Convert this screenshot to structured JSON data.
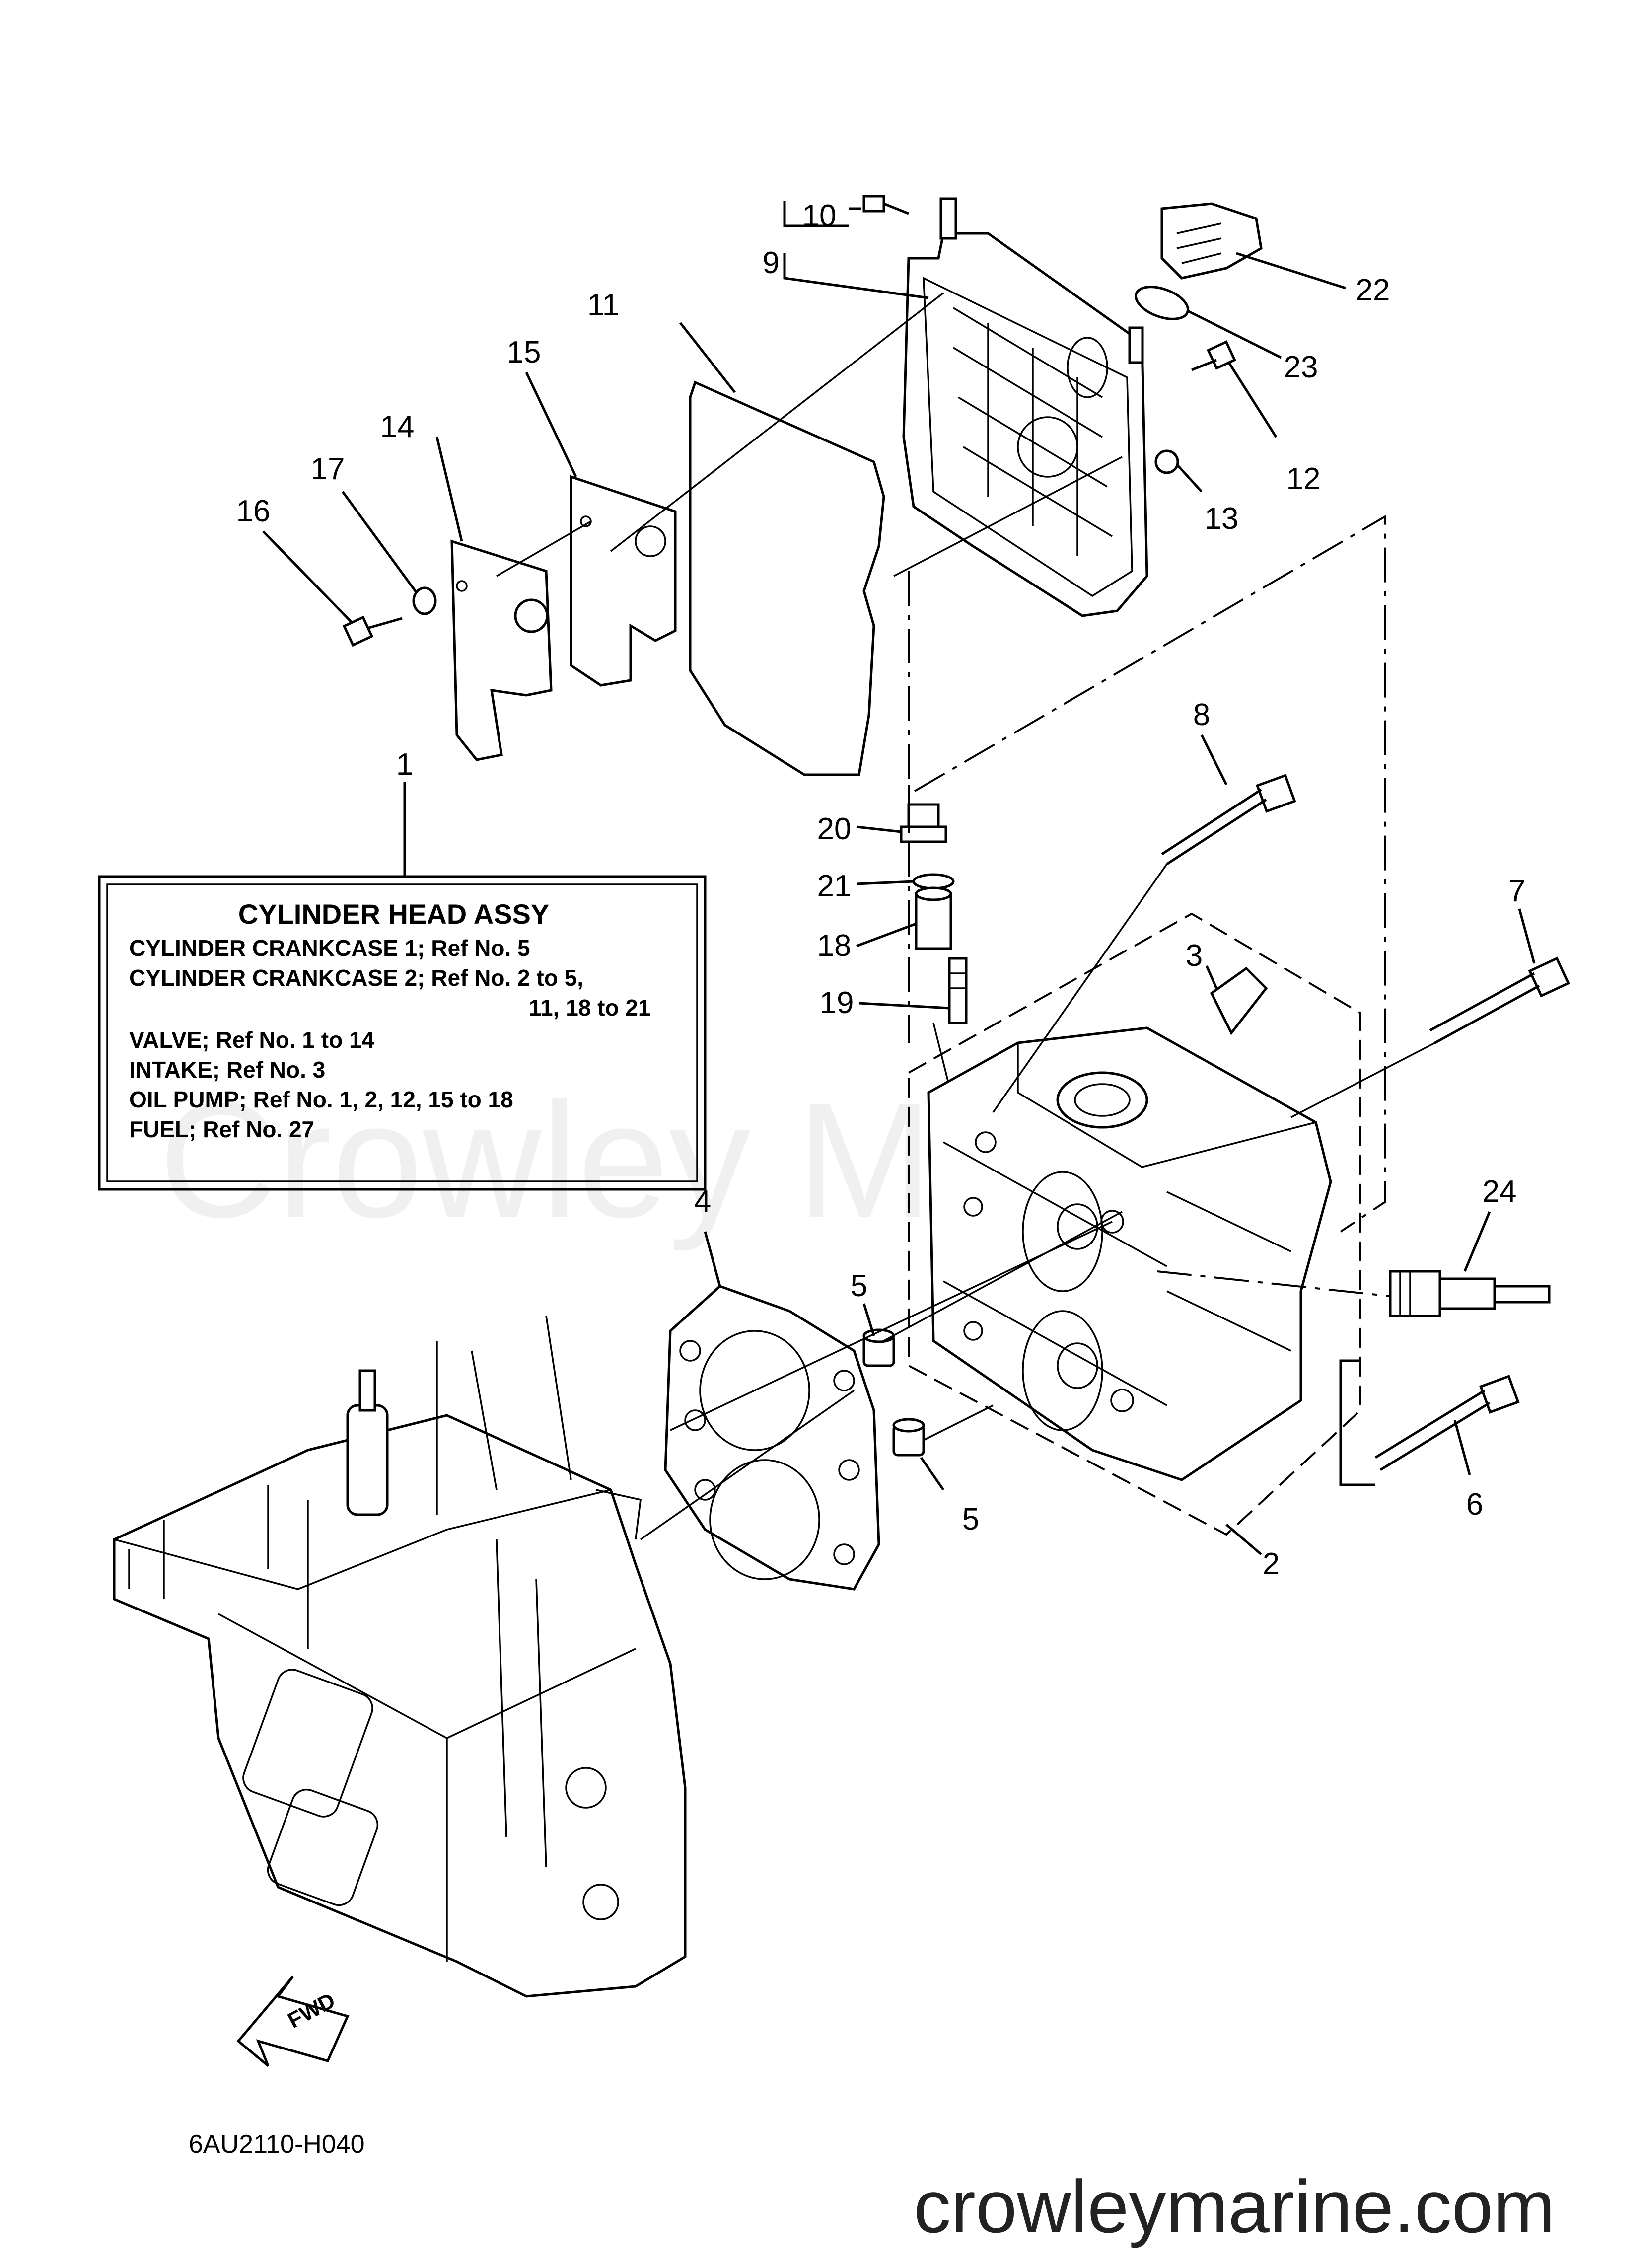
{
  "watermark": "Crowley Marine",
  "callouts": [
    "1",
    "2",
    "3",
    "4",
    "5",
    "5",
    "6",
    "7",
    "8",
    "9",
    "10",
    "11",
    "12",
    "13",
    "14",
    "15",
    "16",
    "17",
    "18",
    "19",
    "20",
    "21",
    "22",
    "23",
    "24"
  ],
  "info_box": {
    "title": "CYLINDER HEAD ASSY",
    "lines": [
      "CYLINDER CRANKCASE 1;  Ref No. 5",
      "CYLINDER CRANKCASE 2;  Ref No. 2 to 5,",
      "11, 18 to 21",
      "VALVE;  Ref No. 1 to 14",
      "INTAKE;  Ref No. 3",
      "OIL PUMP;  Ref No. 1, 2, 12, 15 to 18",
      "FUEL;  Ref No. 27"
    ]
  },
  "fwd_label": "FWD",
  "diagram_code": "6AU2110-H040",
  "site_url": "crowleymarine.com"
}
